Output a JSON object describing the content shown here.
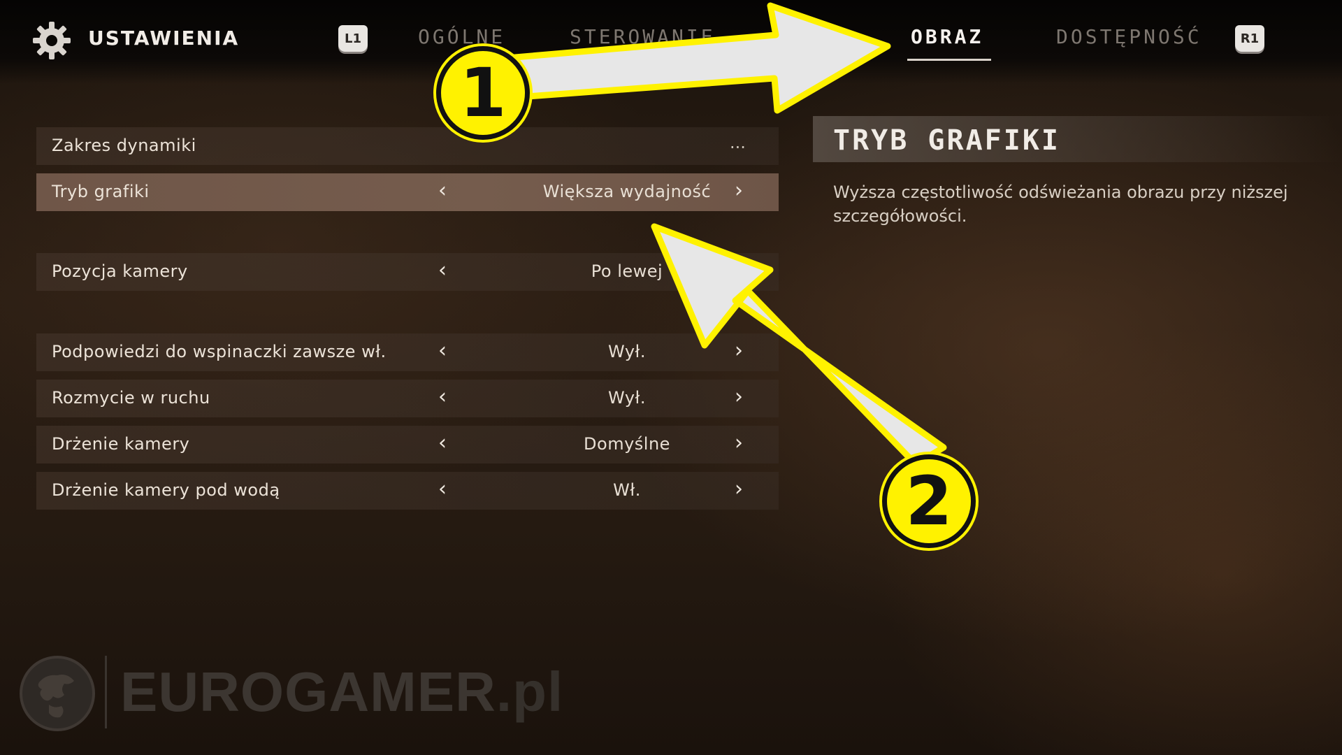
{
  "header": {
    "title": "USTAWIENIA",
    "left_button": "L1",
    "right_button": "R1",
    "tabs": [
      {
        "label": "OGÓLNE"
      },
      {
        "label": "STEROWANIE"
      },
      {
        "label": "OBRAZ"
      },
      {
        "label": "DOSTĘPNOŚĆ"
      }
    ],
    "active_tab": "OBRAZ"
  },
  "settings": [
    {
      "label": "Zakres dynamiki",
      "value": "..."
    },
    {
      "label": "Tryb grafiki",
      "value": "Większa wydajność"
    },
    {
      "label": "Pozycja kamery",
      "value": "Po lewej"
    },
    {
      "label": "Podpowiedzi do wspinaczki zawsze wł.",
      "value": "Wył."
    },
    {
      "label": "Rozmycie w ruchu",
      "value": "Wył."
    },
    {
      "label": "Drżenie kamery",
      "value": "Domyślne"
    },
    {
      "label": "Drżenie kamery pod wodą",
      "value": "Wł."
    }
  ],
  "selected_setting": "Tryb grafiki",
  "info": {
    "title": "TRYB GRAFIKI",
    "description": "Wyższa częstotliwość odświeżania obrazu przy niższej szczegółowości."
  },
  "watermark": {
    "brand": "EUROGAMER",
    "tld": ".pl"
  },
  "annotations": {
    "marker_1": "1",
    "marker_2": "2",
    "color": "#fff200"
  }
}
